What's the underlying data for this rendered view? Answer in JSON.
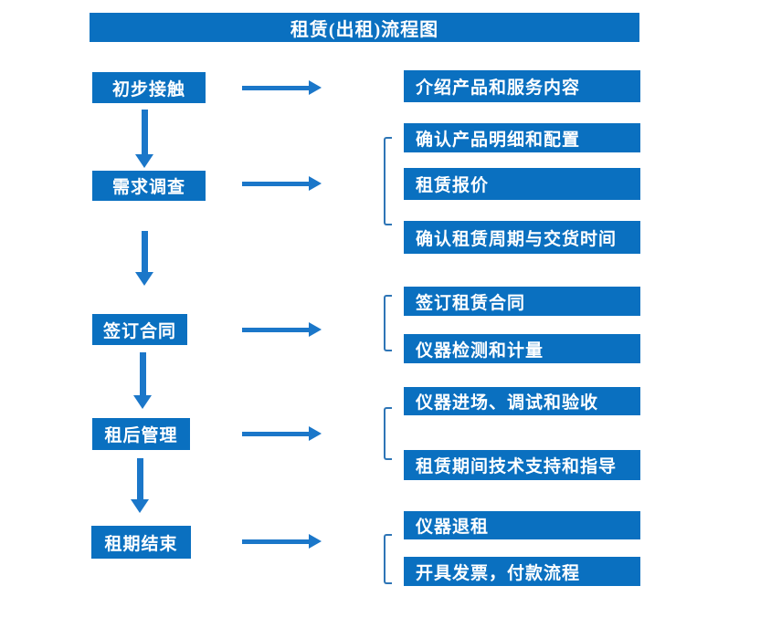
{
  "title": "租赁(出租)流程图",
  "colors": {
    "box_blue": "#0a70c0",
    "arrow_blue": "#1b77c9",
    "bracket_blue": "#2e75b6",
    "text_white": "#ffffff"
  },
  "steps": [
    {
      "label": "初步接触",
      "details": [
        "介绍产品和服务内容"
      ]
    },
    {
      "label": "需求调查",
      "details": [
        "确认产品明细和配置",
        "租赁报价",
        "确认租赁周期与交货时间"
      ]
    },
    {
      "label": "签订合同",
      "details": [
        "签订租赁合同",
        "仪器检测和计量"
      ]
    },
    {
      "label": "租后管理",
      "details": [
        "仪器进场、调试和验收",
        "租赁期间技术支持和指导"
      ]
    },
    {
      "label": "租期结束",
      "details": [
        "仪器退租",
        "开具发票，付款流程"
      ]
    }
  ]
}
